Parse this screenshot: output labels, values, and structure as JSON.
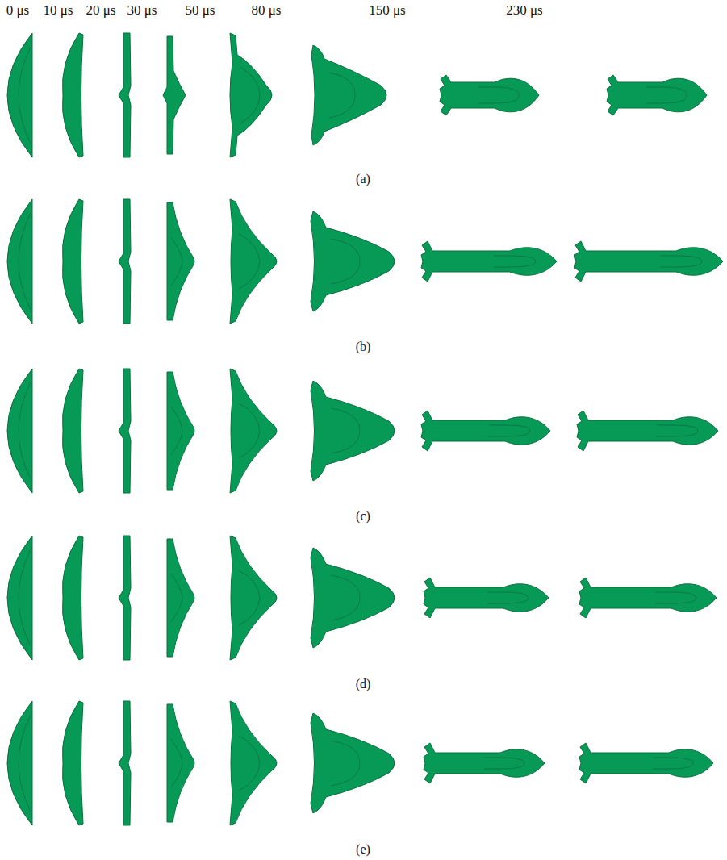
{
  "diagram": {
    "labels": [
      "0 μs",
      "10 μs",
      "20 μs",
      "30 μs",
      "50 μs",
      "80 μs",
      "150 μs",
      "230 μs",
      "(a)",
      "(b)",
      "(c)",
      "(d)",
      "(e)"
    ]
  }
}
